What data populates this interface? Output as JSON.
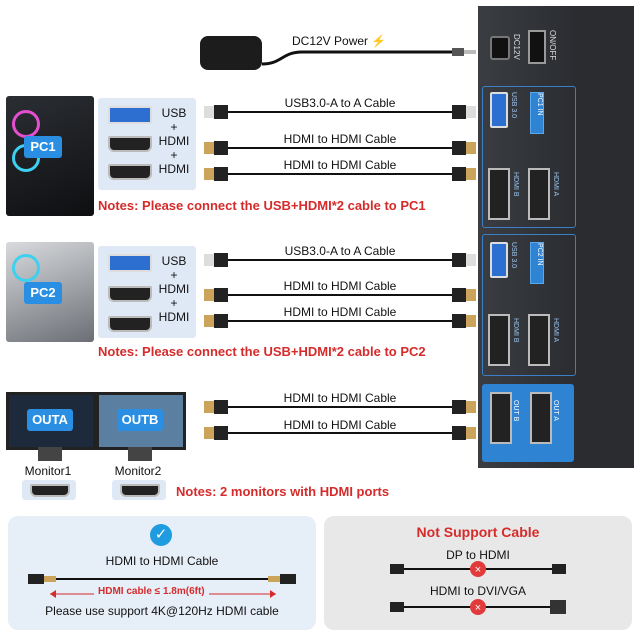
{
  "power": {
    "label": "DC12V Power",
    "bolt": "⚡"
  },
  "pc1": {
    "badge": "PC1",
    "stack": [
      "USB",
      "+",
      "HDMI",
      "+",
      "HDMI"
    ],
    "cables": [
      "USB3.0-A to A Cable",
      "HDMI to HDMI Cable",
      "HDMI to HDMI Cable"
    ],
    "note": "Notes: Please connect the USB+HDMI*2 cable to PC1"
  },
  "pc2": {
    "badge": "PC2",
    "stack": [
      "USB",
      "+",
      "HDMI",
      "+",
      "HDMI"
    ],
    "cables": [
      "USB3.0-A to A Cable",
      "HDMI to HDMI Cable",
      "HDMI to HDMI Cable"
    ],
    "note": "Notes: Please connect the USB+HDMI*2 cable to PC2"
  },
  "monitors": {
    "outa": "OUTA",
    "outb": "OUTB",
    "m1": "Monitor1",
    "m2": "Monitor2",
    "cables": [
      "HDMI to HDMI Cable",
      "HDMI to HDMI Cable"
    ],
    "note": "Notes: 2 monitors with HDMI ports"
  },
  "kvm": {
    "onoff": "ON/OFF",
    "dc": "DC12V",
    "pc1_in": "PC1 IN",
    "pc2_in": "PC2 IN",
    "usb30": "USB 3.0",
    "hdmi_a": "HDMI A",
    "hdmi_b": "HDMI B",
    "out_a": "OUT A",
    "out_b": "OUT B"
  },
  "supported": {
    "title": "HDMI to HDMI Cable",
    "limit": "HDMI cable ≤ 1.8m(6ft)",
    "advice": "Please use support 4K@120Hz HDMI cable"
  },
  "not_supported": {
    "title": "Not Support Cable",
    "items": [
      "DP to HDMI",
      "HDMI to DVI/VGA"
    ]
  },
  "colors": {
    "accent_red": "#d62b2b",
    "kvm_blue": "#2f83d3",
    "check_blue": "#1f9be0"
  }
}
